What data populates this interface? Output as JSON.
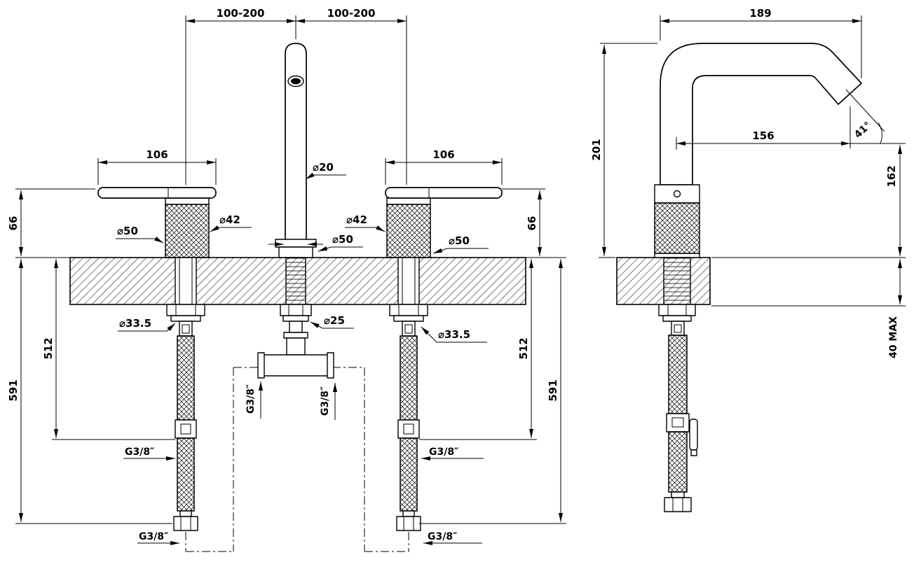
{
  "meta": {
    "drawing_type": "faucet-installation-technical-drawing",
    "line_color": "#000000",
    "background_color": "#ffffff"
  },
  "front_view": {
    "span_left": "100-200",
    "span_right": "100-200",
    "handle_length_left": "106",
    "handle_length_right": "106",
    "spout_diameter": "⌀20",
    "handle_cap_diameter_left": "⌀42",
    "handle_cap_diameter_right": "⌀42",
    "handle_body_diameter_left": "⌀50",
    "handle_body_diameter_right": "⌀50",
    "spout_base_diameter": "⌀50",
    "height_above_deck_left": "66",
    "height_above_deck_right": "66",
    "shank_diameter_left": "⌀33.5",
    "shank_diameter_right": "⌀33.5",
    "center_shank_diameter": "⌀25",
    "hose_length_to_fitting_left": "512",
    "hose_length_to_fitting_right": "512",
    "hose_length_total_left": "591",
    "hose_length_total_right": "591",
    "tee_thread_left": "G3/8″",
    "tee_thread_right": "G3/8″",
    "hose_thread_left": "G3/8″",
    "hose_thread_right": "G3/8″",
    "hose_end_thread_left": "G3/8″",
    "hose_end_thread_right": "G3/8″"
  },
  "side_view": {
    "spout_reach": "189",
    "spout_height": "201",
    "outlet_projection": "156",
    "outlet_angle": "41°",
    "outlet_height": "162",
    "deck_thickness_max": "40 MAX"
  }
}
